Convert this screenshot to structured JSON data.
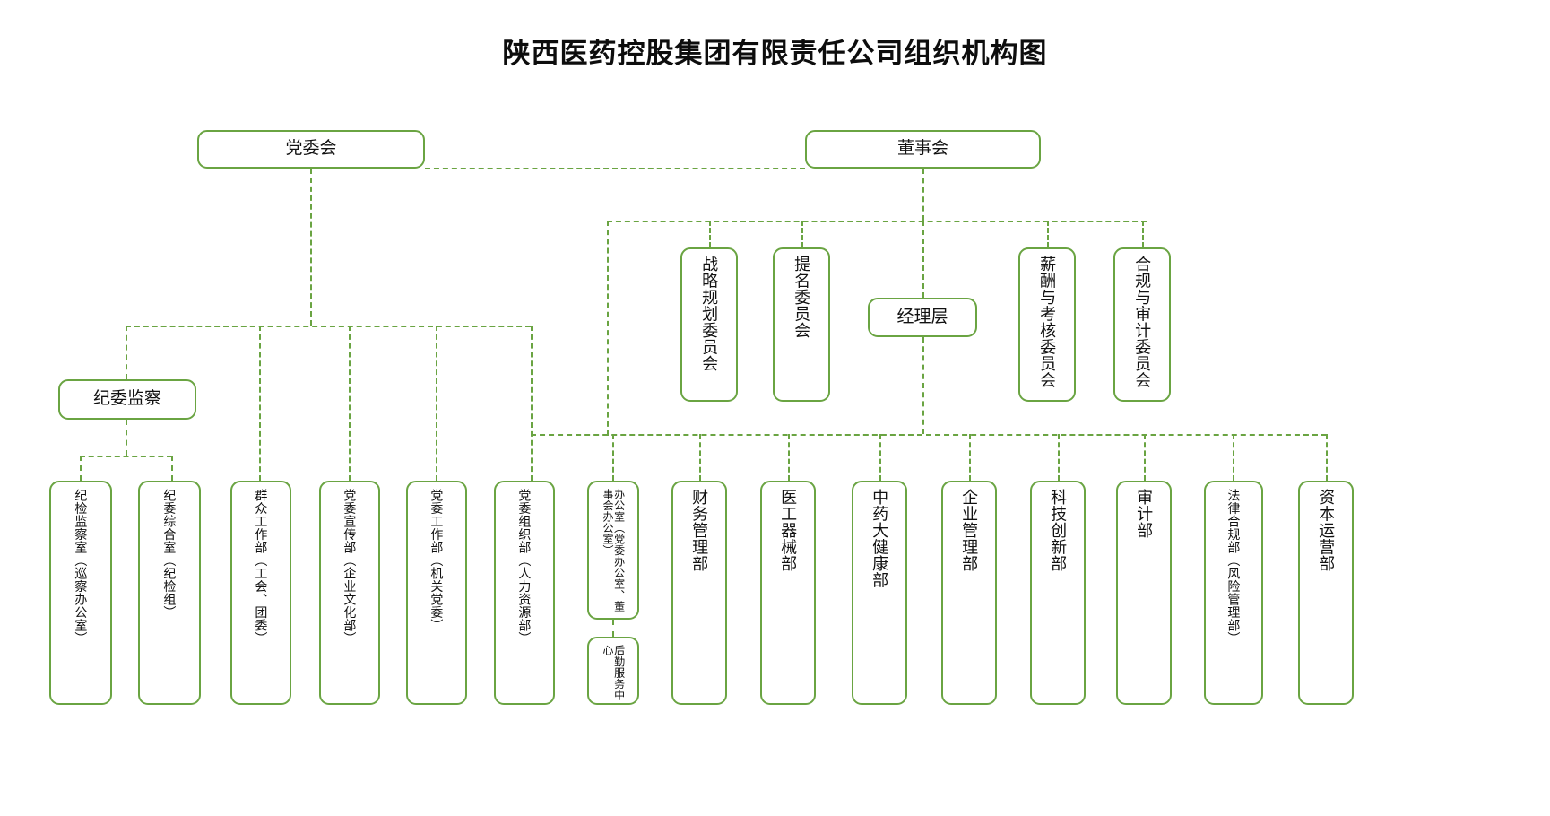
{
  "title": "陕西医药控股集团有限责任公司组织机构图",
  "theme": {
    "line_color": "#6aa442",
    "box_border": "#6aa442",
    "background": "#ffffff",
    "text": "#111111"
  },
  "nodes": {
    "party_committee": {
      "label": "党委会"
    },
    "board": {
      "label": "董事会"
    },
    "strategy_cmte": {
      "label": "战略规划委员会"
    },
    "nomination_cmte": {
      "label": "提名委员会"
    },
    "management": {
      "label": "经理层"
    },
    "compensation_cmte": {
      "label": "薪酬与考核委员会"
    },
    "compliance_cmte": {
      "label": "合规与审计委员会"
    },
    "discipline": {
      "label": "纪委监察"
    },
    "dept_01": {
      "label": "纪检监察室（巡察办公室）"
    },
    "dept_02": {
      "label": "纪委综合室（纪检组）"
    },
    "dept_03": {
      "label": "群众工作部（工会、团委）"
    },
    "dept_04": {
      "label": "党委宣传部（企业文化部）"
    },
    "dept_05": {
      "label": "党委工作部（机关党委）"
    },
    "dept_06": {
      "label": "党委组织部（人力资源部）"
    },
    "dept_07": {
      "label": "办公室（党委办公室、董事会办公室）"
    },
    "dept_07_sub": {
      "label": "后勤服务中心"
    },
    "dept_08": {
      "label": "财务管理部"
    },
    "dept_09": {
      "label": "医工器械部"
    },
    "dept_10": {
      "label": "中药大健康部"
    },
    "dept_11": {
      "label": "企业管理部"
    },
    "dept_12": {
      "label": "科技创新部"
    },
    "dept_13": {
      "label": "审计部"
    },
    "dept_14": {
      "label": "法律合规部（风险管理部）"
    },
    "dept_15": {
      "label": "资本运营部"
    }
  }
}
